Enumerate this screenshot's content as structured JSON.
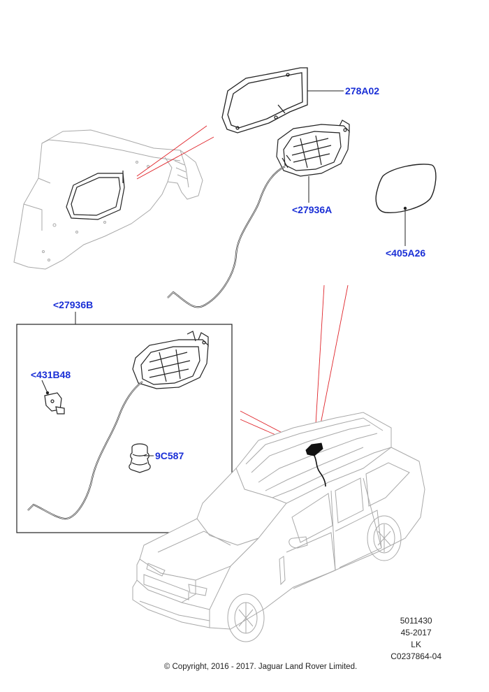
{
  "callouts": {
    "gasket": "278A02",
    "flap_housing": "<27936A",
    "flap_panel": "<405A26",
    "flap_assembly": "<27936B",
    "actuator": "<431B48",
    "bump_stop": "9C587"
  },
  "footer": {
    "ref_number": "5011430",
    "week_year": "45-2017",
    "initials": "LK",
    "illustration_code": "C0237864-04",
    "copyright": "© Copyright, 2016 - 2017. Jaguar Land Rover Limited."
  },
  "colors": {
    "callout": "#1a2fd6",
    "line_art": "#222222",
    "ghost_art": "#a9a9a9",
    "sight_line": "#e0242a"
  }
}
